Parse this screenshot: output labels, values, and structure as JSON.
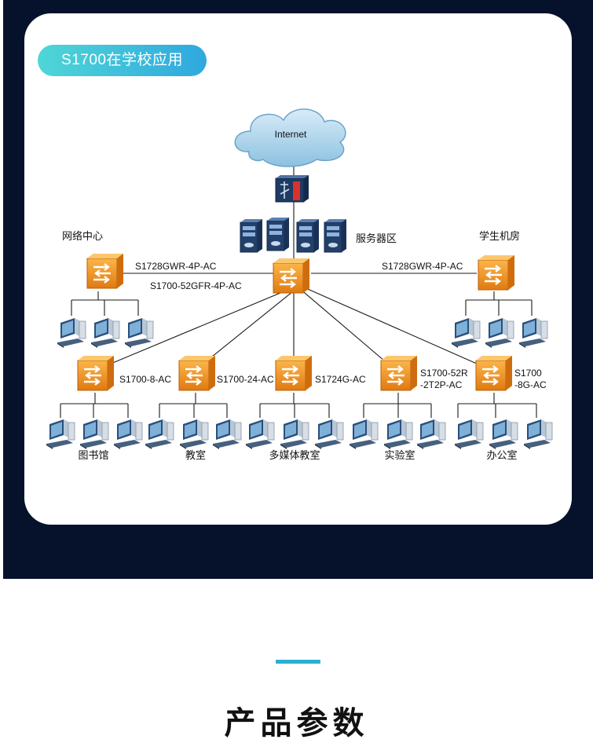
{
  "section_title": "S1700在学校应用",
  "diagram": {
    "internet_label": "Internet",
    "server_zone_label": "服务器区",
    "core_switch_label": "S1700-52GFR-4P-AC",
    "left_hub": {
      "area": "网络中心",
      "model": "S1728GWR-4P-AC"
    },
    "right_hub": {
      "area": "学生机房",
      "model": "S1728GWR-4P-AC"
    },
    "branches": [
      {
        "model": "S1700-8-AC",
        "area": "图书馆"
      },
      {
        "model": "S1700-24-AC",
        "area": "教室"
      },
      {
        "model": "S1724G-AC",
        "area": "多媒体教室"
      },
      {
        "model_line1": "S1700-52R",
        "model_line2": "-2T2P-AC",
        "area": "实验室"
      },
      {
        "model_line1": "S1700",
        "model_line2": "-8G-AC",
        "area": "办公室"
      }
    ]
  },
  "footer_heading": "产品参数"
}
